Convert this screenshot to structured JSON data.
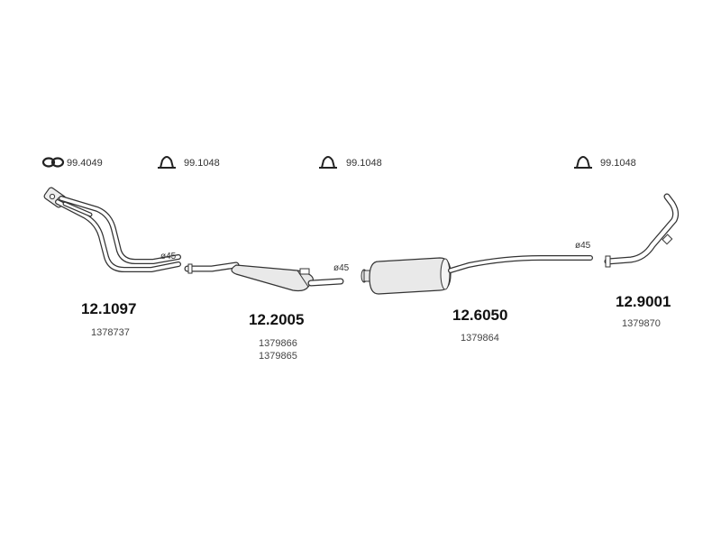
{
  "clamps": [
    {
      "code": "99.4049",
      "icon": "flange-gasket-icon"
    },
    {
      "code": "99.1048",
      "icon": "u-clamp-icon"
    },
    {
      "code": "99.1048",
      "icon": "u-clamp-icon"
    },
    {
      "code": "99.1048",
      "icon": "u-clamp-icon"
    }
  ],
  "diameters": [
    "ø45",
    "ø45",
    "ø45"
  ],
  "parts": [
    {
      "number": "12.1097",
      "oe": [
        "1378737"
      ]
    },
    {
      "number": "12.2005",
      "oe": [
        "1379866",
        "1379865"
      ]
    },
    {
      "number": "12.6050",
      "oe": [
        "1379864"
      ]
    },
    {
      "number": "12.9001",
      "oe": [
        "1379870"
      ]
    }
  ]
}
